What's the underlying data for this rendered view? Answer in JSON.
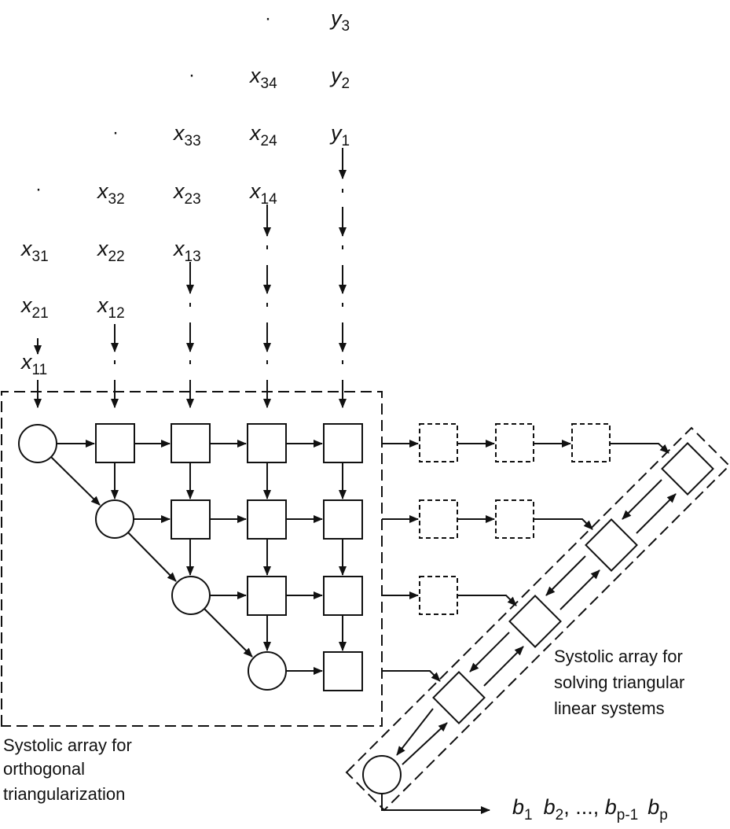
{
  "columns": [
    {
      "inputs": [
        {
          "v": "x",
          "s": "31"
        },
        {
          "v": "x",
          "s": "21"
        },
        {
          "v": "x",
          "s": "11"
        }
      ]
    },
    {
      "inputs": [
        {
          "v": "x",
          "s": "32"
        },
        {
          "v": "x",
          "s": "22"
        },
        {
          "v": "x",
          "s": "12"
        }
      ]
    },
    {
      "inputs": [
        {
          "v": "x",
          "s": "33"
        },
        {
          "v": "x",
          "s": "23"
        },
        {
          "v": "x",
          "s": "13"
        }
      ]
    },
    {
      "inputs": [
        {
          "v": "x",
          "s": "34"
        },
        {
          "v": "x",
          "s": "24"
        },
        {
          "v": "x",
          "s": "14"
        }
      ]
    },
    {
      "inputs": [
        {
          "v": "y",
          "s": "3"
        },
        {
          "v": "y",
          "s": "2"
        },
        {
          "v": "y",
          "s": "1"
        }
      ]
    }
  ],
  "captions": {
    "left": [
      "Systolic array for",
      "orthogonal",
      "triangularization"
    ],
    "right": [
      "Systolic array for",
      "solving triangular",
      "linear systems"
    ]
  },
  "outputs": [
    {
      "v": "b",
      "s": "1"
    },
    {
      "v": "b",
      "s": "2"
    },
    {
      "sep": ", ..., "
    },
    {
      "v": "b",
      "s": "p-1"
    },
    {
      "v": "b",
      "s": "p"
    }
  ]
}
